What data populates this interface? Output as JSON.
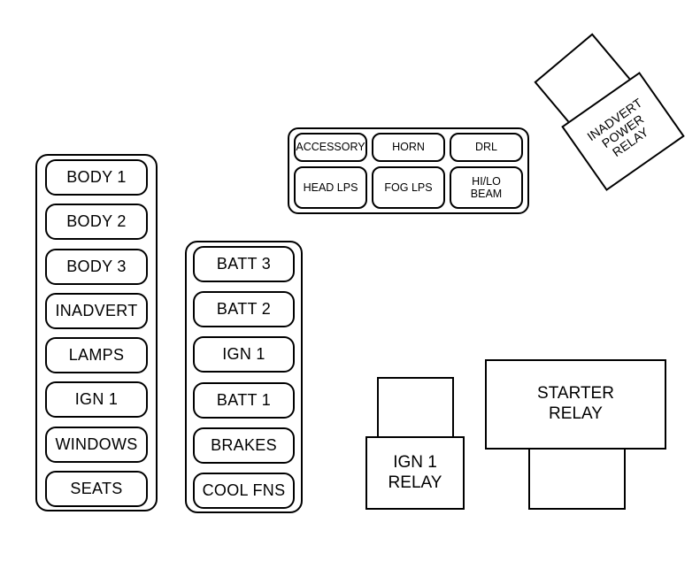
{
  "colors": {
    "background": "#ffffff",
    "line": "#000000",
    "text": "#000000"
  },
  "left_fuse_column": {
    "fuses": [
      "BODY 1",
      "BODY 2",
      "BODY 3",
      "INADVERT",
      "LAMPS",
      "IGN 1",
      "WINDOWS",
      "SEATS"
    ]
  },
  "center_fuse_column": {
    "fuses": [
      "BATT 3",
      "BATT 2",
      "IGN 1",
      "BATT 1",
      "BRAKES",
      "COOL FNS"
    ]
  },
  "top_fuse_block": {
    "cells": [
      {
        "lines": [
          "ACCESSORY"
        ]
      },
      {
        "lines": [
          "HORN"
        ]
      },
      {
        "lines": [
          "DRL"
        ]
      },
      {
        "lines": [
          "HEAD LPS"
        ]
      },
      {
        "lines": [
          "FOG LPS"
        ]
      },
      {
        "lines": [
          "HI/LO",
          "BEAM"
        ]
      }
    ]
  },
  "relays": {
    "inadvert_power": {
      "lines": [
        "INADVERT",
        "POWER",
        "RELAY"
      ]
    },
    "ign_1": {
      "lines": [
        "IGN 1",
        "RELAY"
      ]
    },
    "starter": {
      "lines": [
        "STARTER",
        "RELAY"
      ]
    }
  }
}
